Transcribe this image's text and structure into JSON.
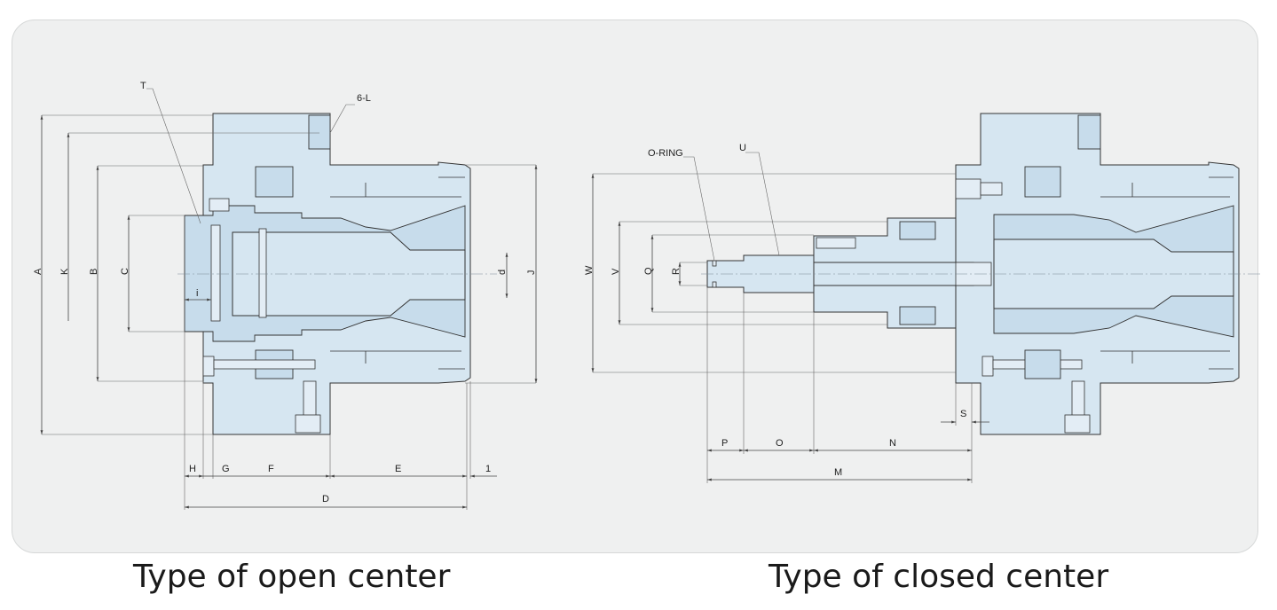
{
  "captions": {
    "open": "Type of open center",
    "closed": "Type of closed center"
  },
  "open_labels": {
    "T": "T",
    "six_L": "6-L",
    "A": "A",
    "K": "K",
    "B": "B",
    "C": "C",
    "i": "i",
    "d": "d",
    "J": "J",
    "H": "H",
    "G": "G",
    "F": "F",
    "E": "E",
    "one": "1",
    "D": "D"
  },
  "closed_labels": {
    "oring": "O-RING",
    "U": "U",
    "W": "W",
    "V": "V",
    "Q": "Q",
    "R": "R",
    "S": "S",
    "P": "P",
    "O": "O",
    "N": "N",
    "M": "M"
  },
  "colors": {
    "body_fill": "#d6e6f1",
    "panel_bg": "#eff0f0"
  }
}
